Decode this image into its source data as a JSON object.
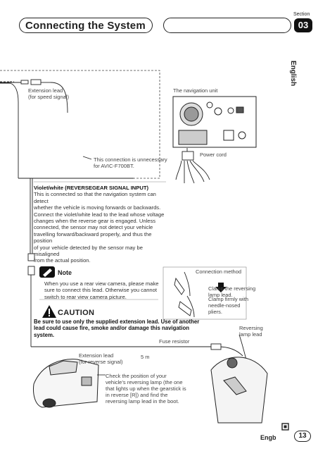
{
  "header": {
    "title": "Connecting the System",
    "section_label": "Section",
    "section_number": "03",
    "language": "English"
  },
  "diagram": {
    "extension_lead_speed": [
      "Extension lead",
      "(for speed signal)"
    ],
    "nav_unit_label": "The navigation unit",
    "power_cord_label": "Power cord",
    "unnecessary_note": [
      "This connection is unnecessary",
      "for AVIC-F700BT."
    ],
    "connection_method": "Connection method",
    "clamp_reversing": [
      "Clamp the reversing",
      "lamp lead."
    ],
    "clamp_firmly": [
      "Clamp firmly with",
      "needle-nosed",
      "pliers."
    ],
    "reversing_lamp_lead": [
      "Reversing",
      "lamp lead"
    ],
    "fuse_resistor": "Fuse resistor",
    "extension_lead_reverse": [
      "Extension lead",
      "(for reverse signal)"
    ],
    "five_m": "5 m",
    "check_position": [
      "Check the position of your",
      "vehicle’s reversing lamp (the one",
      "that lights up when the gearstick is",
      "in reverse [R]) and find the",
      "reversing lamp lead in the boot."
    ]
  },
  "violet": {
    "heading": "Violet/white (REVERSEGEAR SIGNAL INPUT)",
    "lines": [
      "This is connected so that the navigation system can detect",
      "whether the vehicle is moving forwards or backwards.",
      "Connect the violet/white lead to the lead whose voltage",
      "changes when the reverse gear is engaged. Unless",
      "connected, the sensor may not detect your vehicle",
      "travelling forward/backward properly, and thus the position",
      "of your vehicle detected by the sensor may be misaligned",
      "from the actual position."
    ]
  },
  "note": {
    "title": "Note",
    "lines": [
      "When you use a rear view camera, please make",
      "sure to connect this lead. Otherwise you cannot",
      "switch to rear view camera picture."
    ]
  },
  "caution": {
    "title": "CAUTION",
    "lines": [
      "Be sure to use only the supplied extension lead. Use of another",
      "lead could cause fire, smoke and/or damage this navigation",
      "system."
    ]
  },
  "footer": {
    "lang_code": "Engb",
    "page": "13"
  }
}
